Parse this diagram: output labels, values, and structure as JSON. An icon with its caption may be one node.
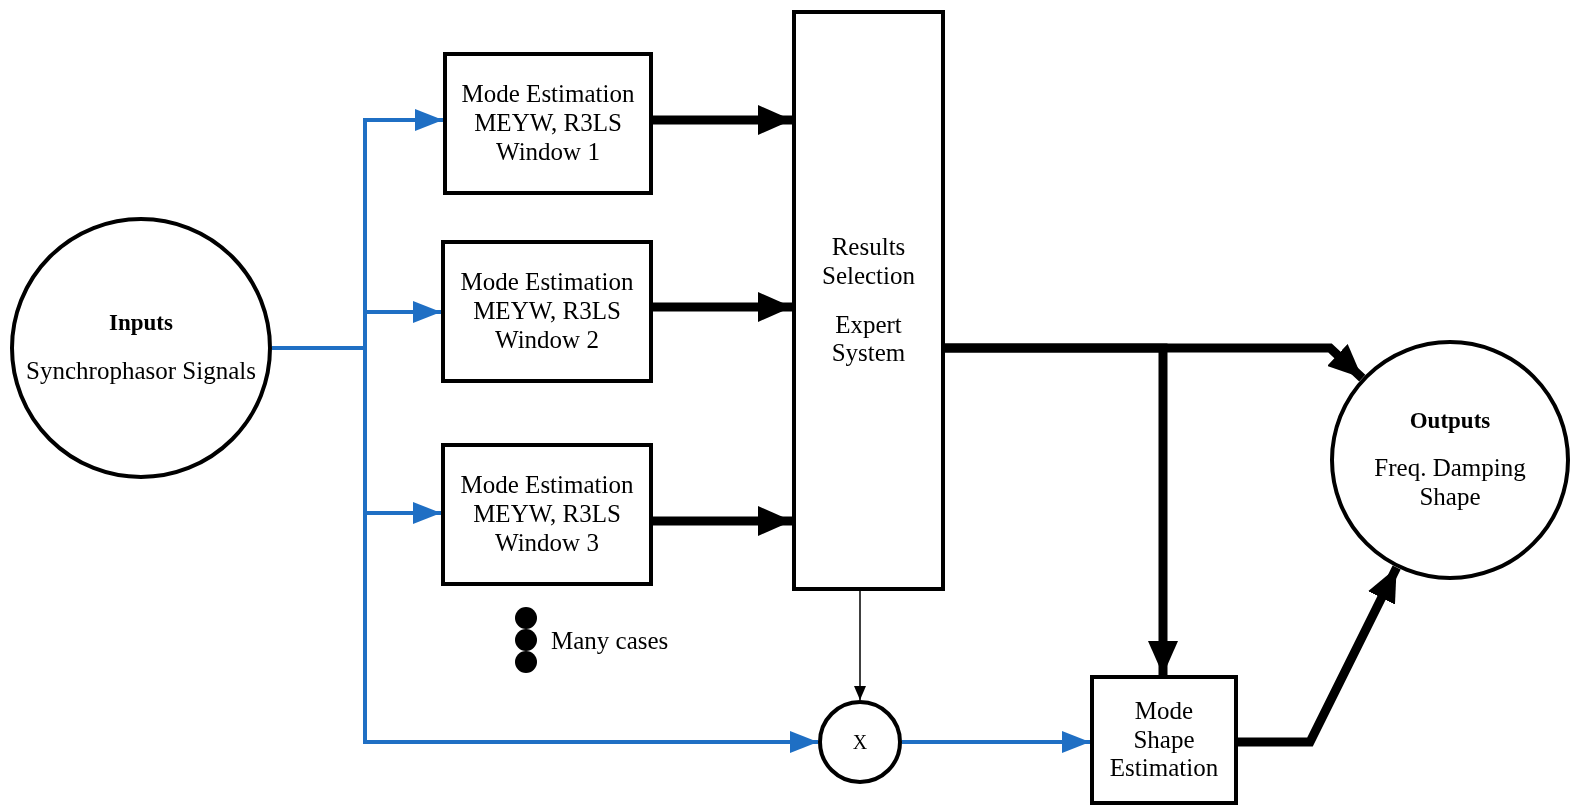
{
  "diagram": {
    "nodes": [
      {
        "text": [
          "Inputs",
          "Synchrophasor Signals"
        ]
      },
      {
        "text": [
          "Mode Estimation MEYW, R3LS Window 1"
        ]
      },
      {
        "text": [
          "Mode Estimation MEYW, R3LS Window 2"
        ]
      },
      {
        "text": [
          "Mode Estimation MEYW, R3LS Window 3"
        ]
      },
      {
        "text": [
          "Results Selection",
          "Expert System"
        ]
      },
      {
        "text": [
          "Outputs",
          "Freq. Damping Shape"
        ]
      },
      {
        "text": [
          "X"
        ]
      },
      {
        "text": [
          "Mode Shape Estimation"
        ]
      }
    ],
    "edges": [
      {
        "from": 0,
        "to": 1,
        "arrow": "to",
        "color": "#1f6fc4"
      },
      {
        "from": 0,
        "to": 2,
        "arrow": "to",
        "color": "#1f6fc4"
      },
      {
        "from": 0,
        "to": 3,
        "arrow": "to",
        "color": "#1f6fc4"
      },
      {
        "from": 0,
        "to": 6,
        "arrow": "to",
        "color": "#1f6fc4"
      },
      {
        "from": 1,
        "to": 4,
        "arrow": "to",
        "style": "thick"
      },
      {
        "from": 2,
        "to": 4,
        "arrow": "to",
        "style": "thick"
      },
      {
        "from": 3,
        "to": 4,
        "arrow": "to",
        "style": "thick"
      },
      {
        "from": 4,
        "to": 5,
        "arrow": "to",
        "style": "thick"
      },
      {
        "from": 4,
        "to": 7,
        "arrow": "to",
        "style": "thick"
      },
      {
        "from": 4,
        "to": 6,
        "arrow": "to"
      },
      {
        "from": 6,
        "to": 7,
        "arrow": "to",
        "color": "#1f6fc4"
      },
      {
        "from": 7,
        "to": 5,
        "arrow": "to",
        "style": "thick"
      }
    ],
    "labels": [
      "Many cases"
    ]
  }
}
